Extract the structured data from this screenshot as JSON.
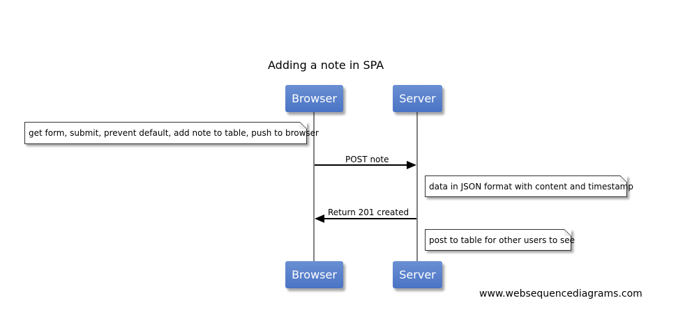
{
  "diagram": {
    "title": "Adding a note in SPA",
    "participants": {
      "browser": "Browser",
      "server": "Server"
    },
    "notes": {
      "browser_note": "get form, submit, prevent default, add note to table, push to browser",
      "server_note_1": "data in JSON format with content and timestamp",
      "server_note_2": "post to table for other users to see"
    },
    "messages": {
      "post_note": "POST note",
      "return_created": "Return 201 created"
    },
    "watermark": "www.websequencediagrams.com"
  }
}
